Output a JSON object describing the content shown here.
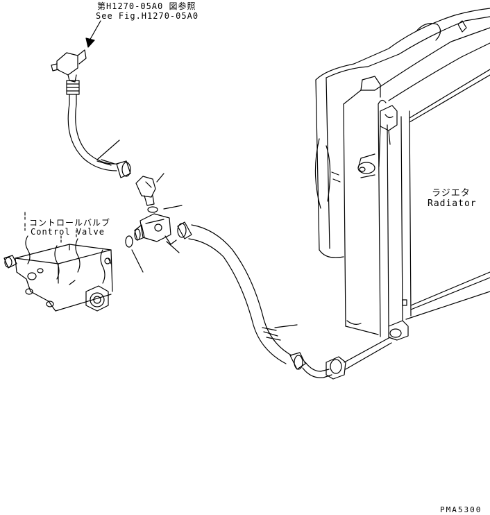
{
  "labels": {
    "reference_jp": "第H1270-05A0 図参照",
    "reference_en": "See Fig.H1270-05A0",
    "control_valve_jp": "コントロールバルブ",
    "control_valve_en": "Control Valve",
    "radiator_jp": "ラジエタ",
    "radiator_en": "Radiator",
    "drawing_code": "PMA5300"
  },
  "colors": {
    "line": "#000000",
    "background": "#ffffff"
  }
}
